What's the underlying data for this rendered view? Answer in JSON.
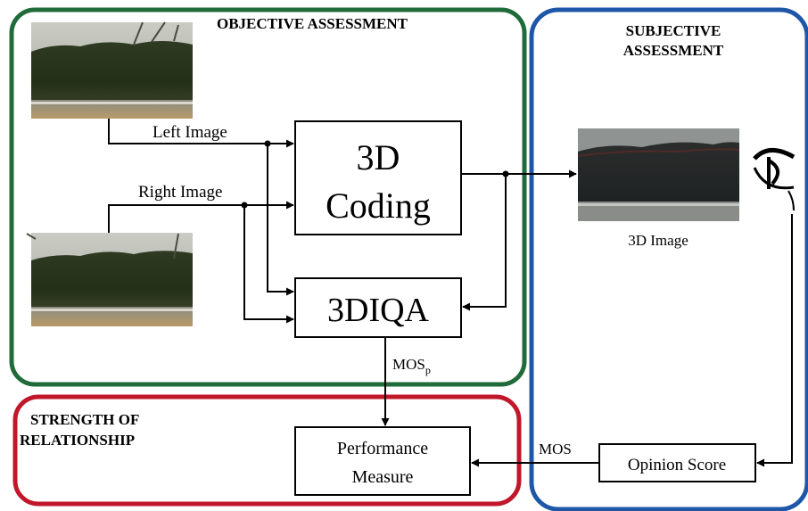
{
  "regions": {
    "objective": {
      "title": "OBJECTIVE ASSESSMENT",
      "color": "#1f6b3a"
    },
    "subjective": {
      "title_line1": "SUBJECTIVE",
      "title_line2": "ASSESSMENT",
      "color": "#1f57a8"
    },
    "strength": {
      "title_line1": "STRENGTH OF",
      "title_line2": "RELATIONSHIP",
      "color": "#c0182a"
    }
  },
  "labels": {
    "left_image": "Left Image",
    "right_image": "Right Image",
    "image_3d": "3D Image",
    "mos_p_main": "MOS",
    "mos_p_sub": "p",
    "mos": "MOS"
  },
  "blocks": {
    "coding_line1": "3D",
    "coding_line2": "Coding",
    "iqa": "3DIQA",
    "performance_line1": "Performance",
    "performance_line2": "Measure",
    "opinion": "Opinion Score"
  },
  "icons": {
    "left_photo": "hedge-photo",
    "right_photo": "hedge-photo",
    "stereo_photo": "anaglyph-hedge-photo",
    "viewer": "eye-icon"
  }
}
